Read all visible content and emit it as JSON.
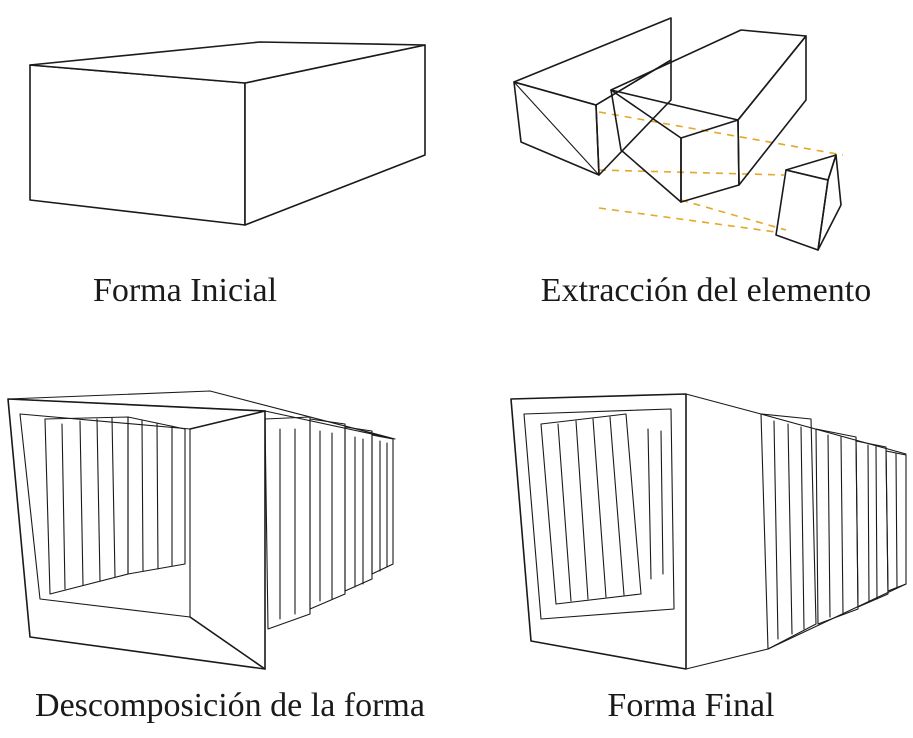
{
  "captions": {
    "top_left": "Forma Inicial",
    "top_right": "Extracción del elemento",
    "bottom_left": "Descomposición de la forma",
    "bottom_right": "Forma Final"
  },
  "colors": {
    "extracted_fill": "#f4e6b3",
    "guide_dash": "#e3a82b",
    "line": "#1a1a1a"
  }
}
